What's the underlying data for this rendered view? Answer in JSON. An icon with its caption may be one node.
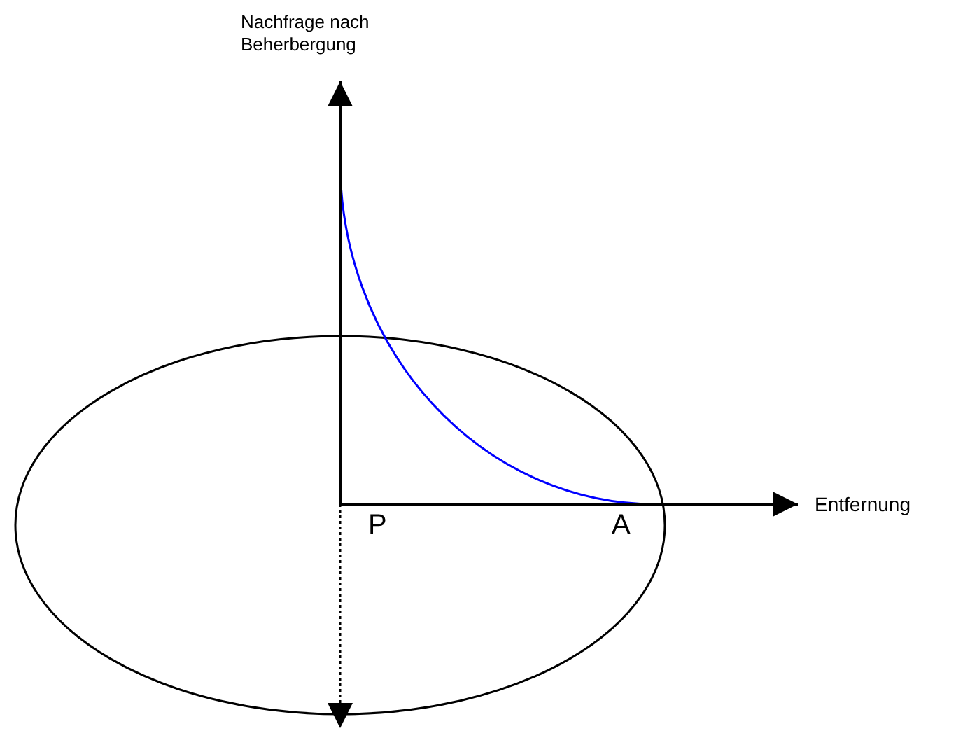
{
  "diagram": {
    "labels": [
      "Nachfrage nach Beherbergung",
      "Entfernung",
      "P",
      "A"
    ]
  }
}
